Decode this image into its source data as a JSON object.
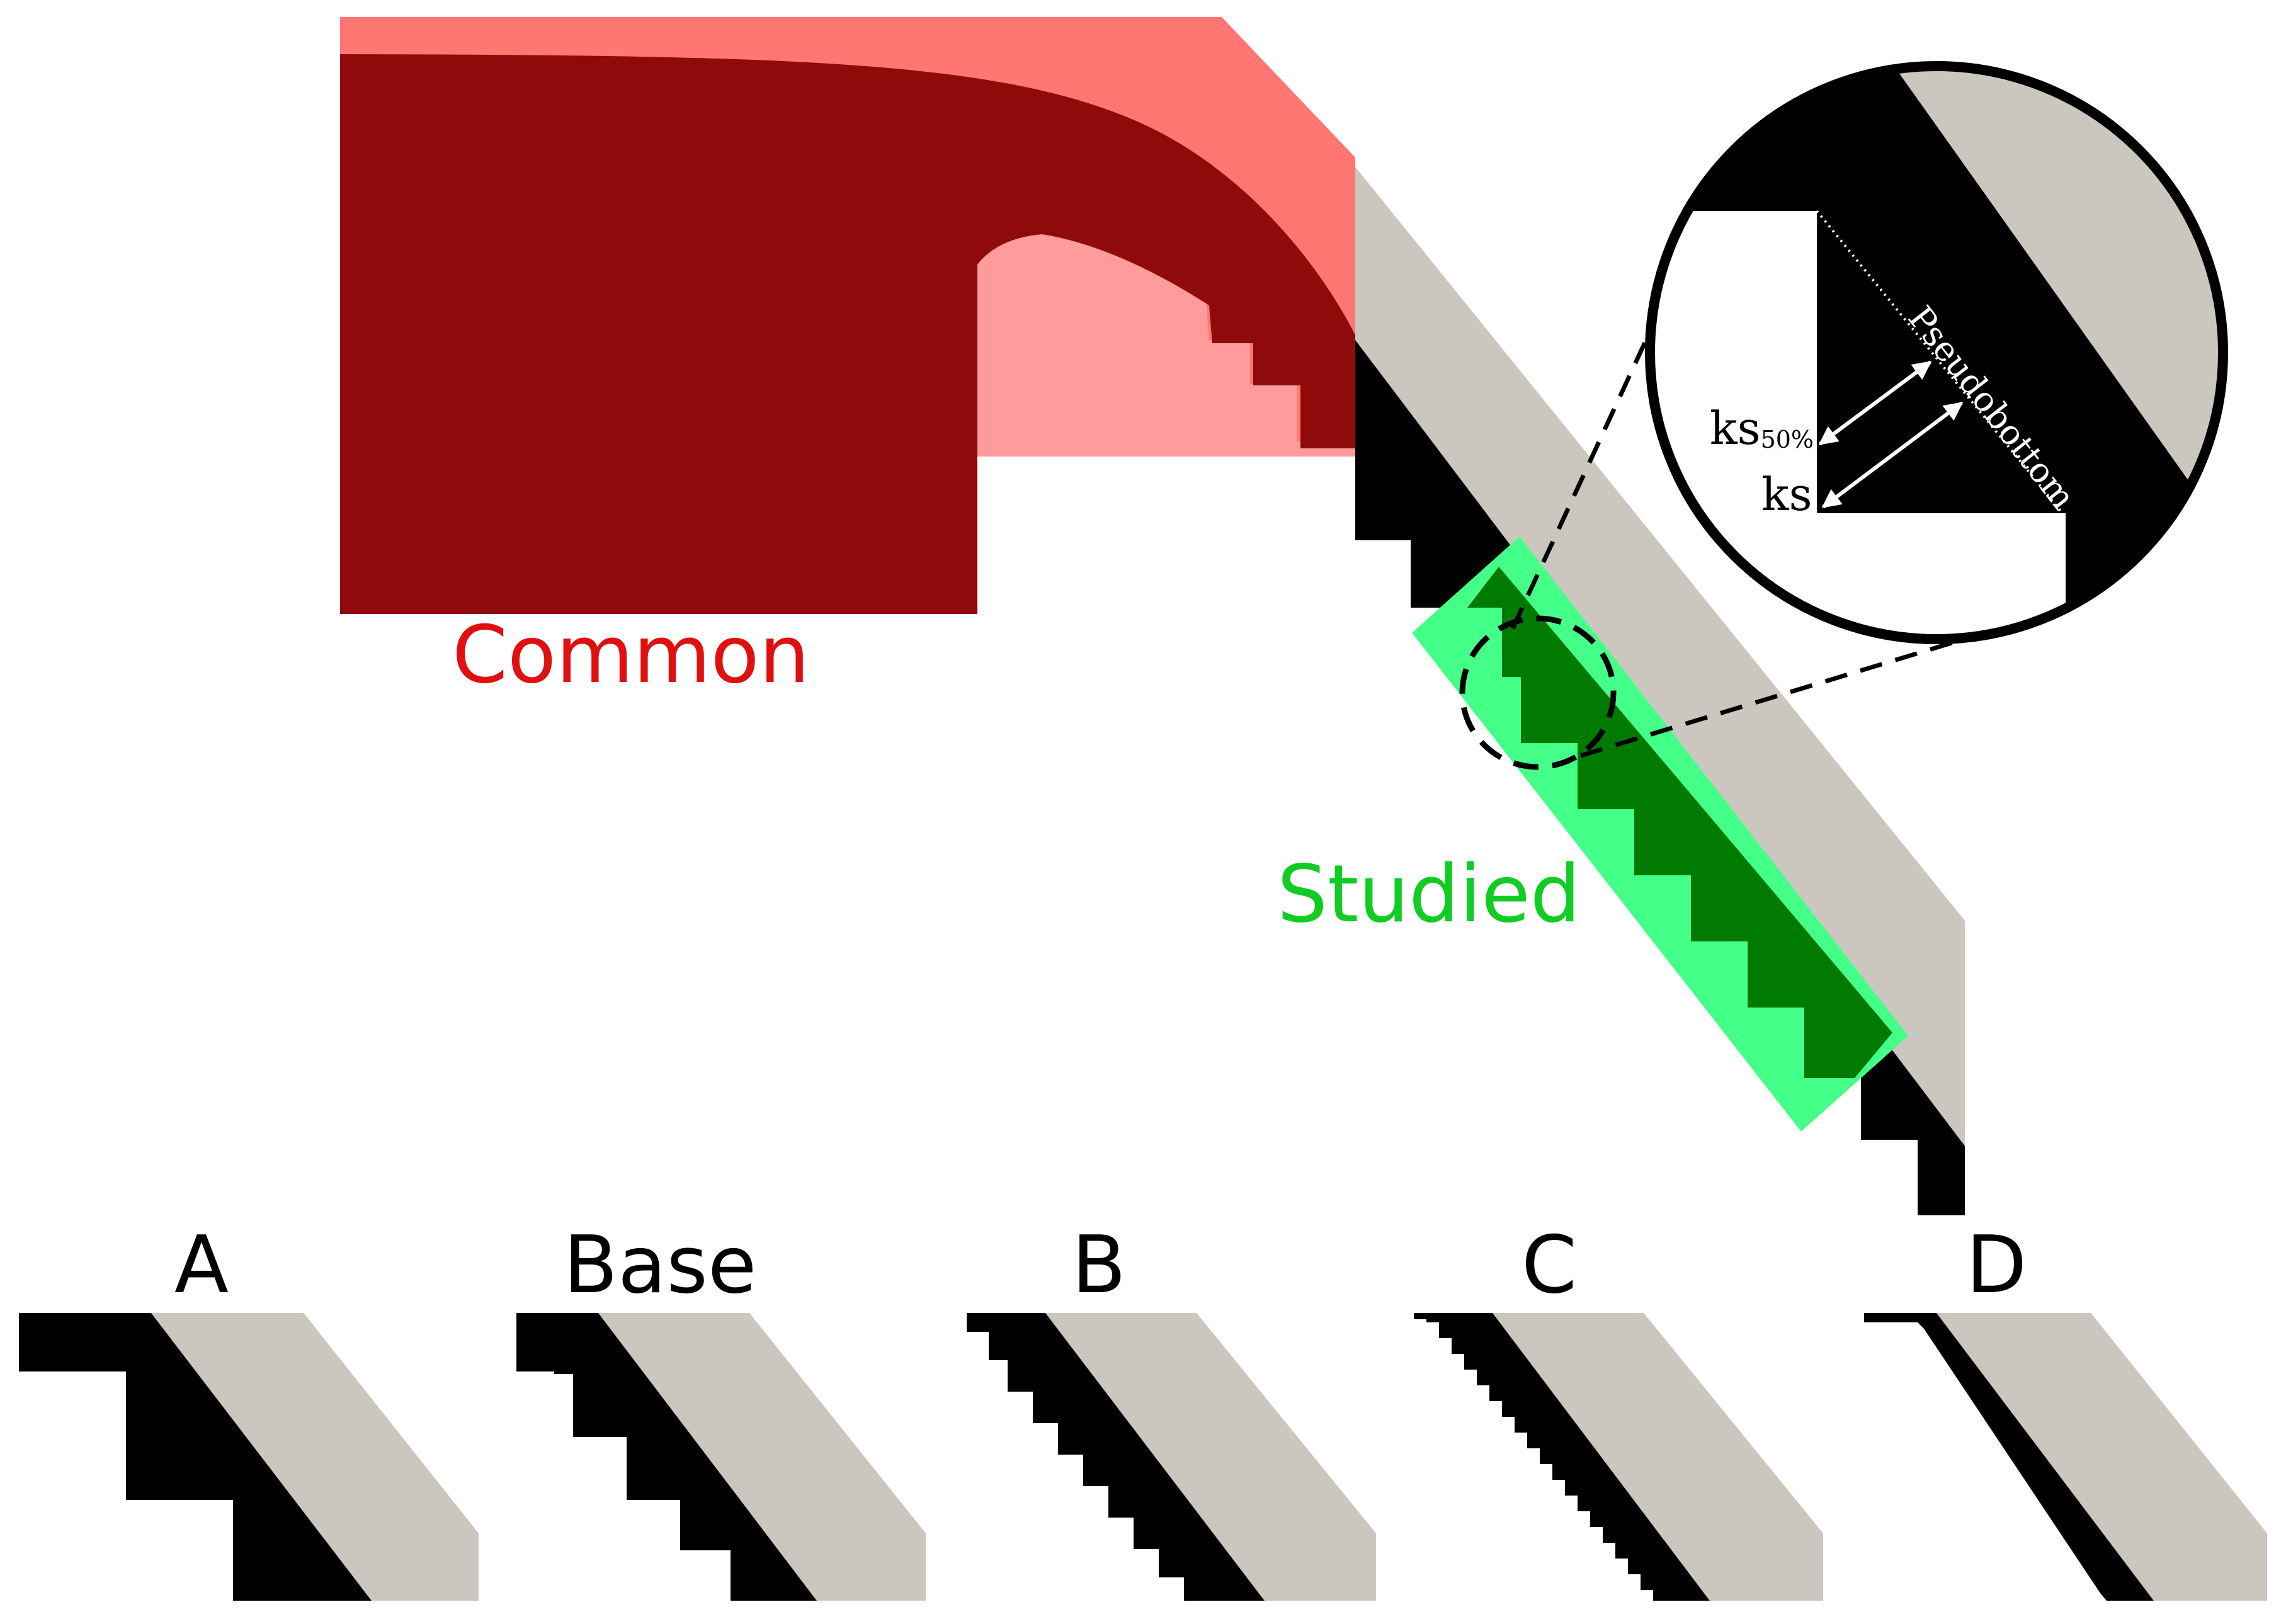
{
  "labels": {
    "common": "Common",
    "studied": "Studied",
    "pseudobottom": "Pseudobottom",
    "ks50_base": "ks",
    "ks50_sub": "50%",
    "ks": "ks"
  },
  "variants": [
    {
      "label": "A"
    },
    {
      "label": "Base"
    },
    {
      "label": "B"
    },
    {
      "label": "C"
    },
    {
      "label": "D"
    }
  ],
  "colors": {
    "common_light": "#ff7673",
    "common_dark": "#8e0a0b",
    "common_pale": "#ff9b9a",
    "studied_light": "#44ff88",
    "studied_dark": "#007a00",
    "concrete": "#cbc7bf",
    "steps": "#000000",
    "common_text": "#e01010",
    "studied_text": "#11cc22"
  }
}
